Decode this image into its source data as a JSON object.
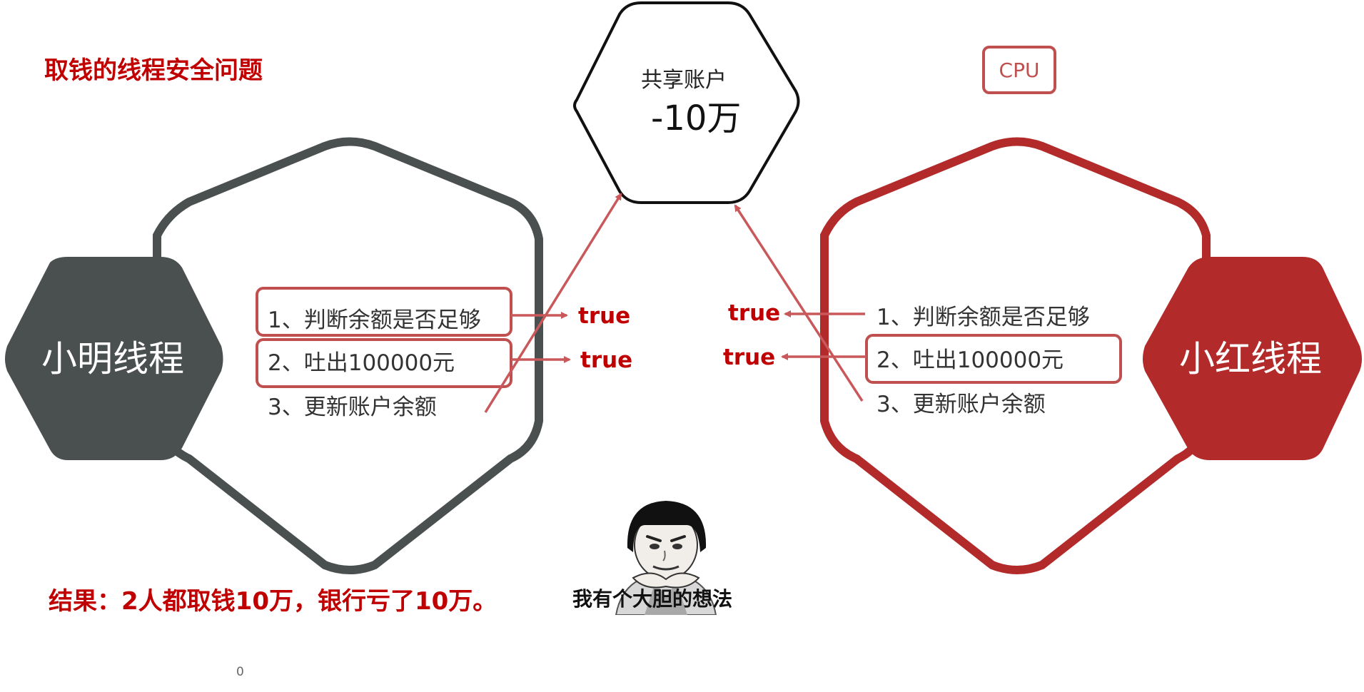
{
  "title": "取钱的线程安全问题",
  "cpu_label": "CPU",
  "shared_account": {
    "title": "共享账户",
    "value": "-10万"
  },
  "left_thread": {
    "name": "小明线程",
    "steps": [
      "1、判断余额是否足够",
      "2、吐出100000元",
      "3、更新账户余额"
    ],
    "results": [
      "true",
      "true"
    ]
  },
  "right_thread": {
    "name": "小红线程",
    "steps": [
      "1、判断余额是否足够",
      "2、吐出100000元",
      "3、更新账户余额"
    ],
    "results": [
      "true",
      "true"
    ]
  },
  "result_text": "结果：2人都取钱10万，银行亏了10万。",
  "meme_caption": "我有个大胆的想法",
  "page_number": "0",
  "colors": {
    "title_red": "#c00000",
    "left_thread": "#4a4f4f",
    "right_thread": "#b22a2a",
    "arrow": "#c9585a",
    "box_outline": "#c05050"
  }
}
